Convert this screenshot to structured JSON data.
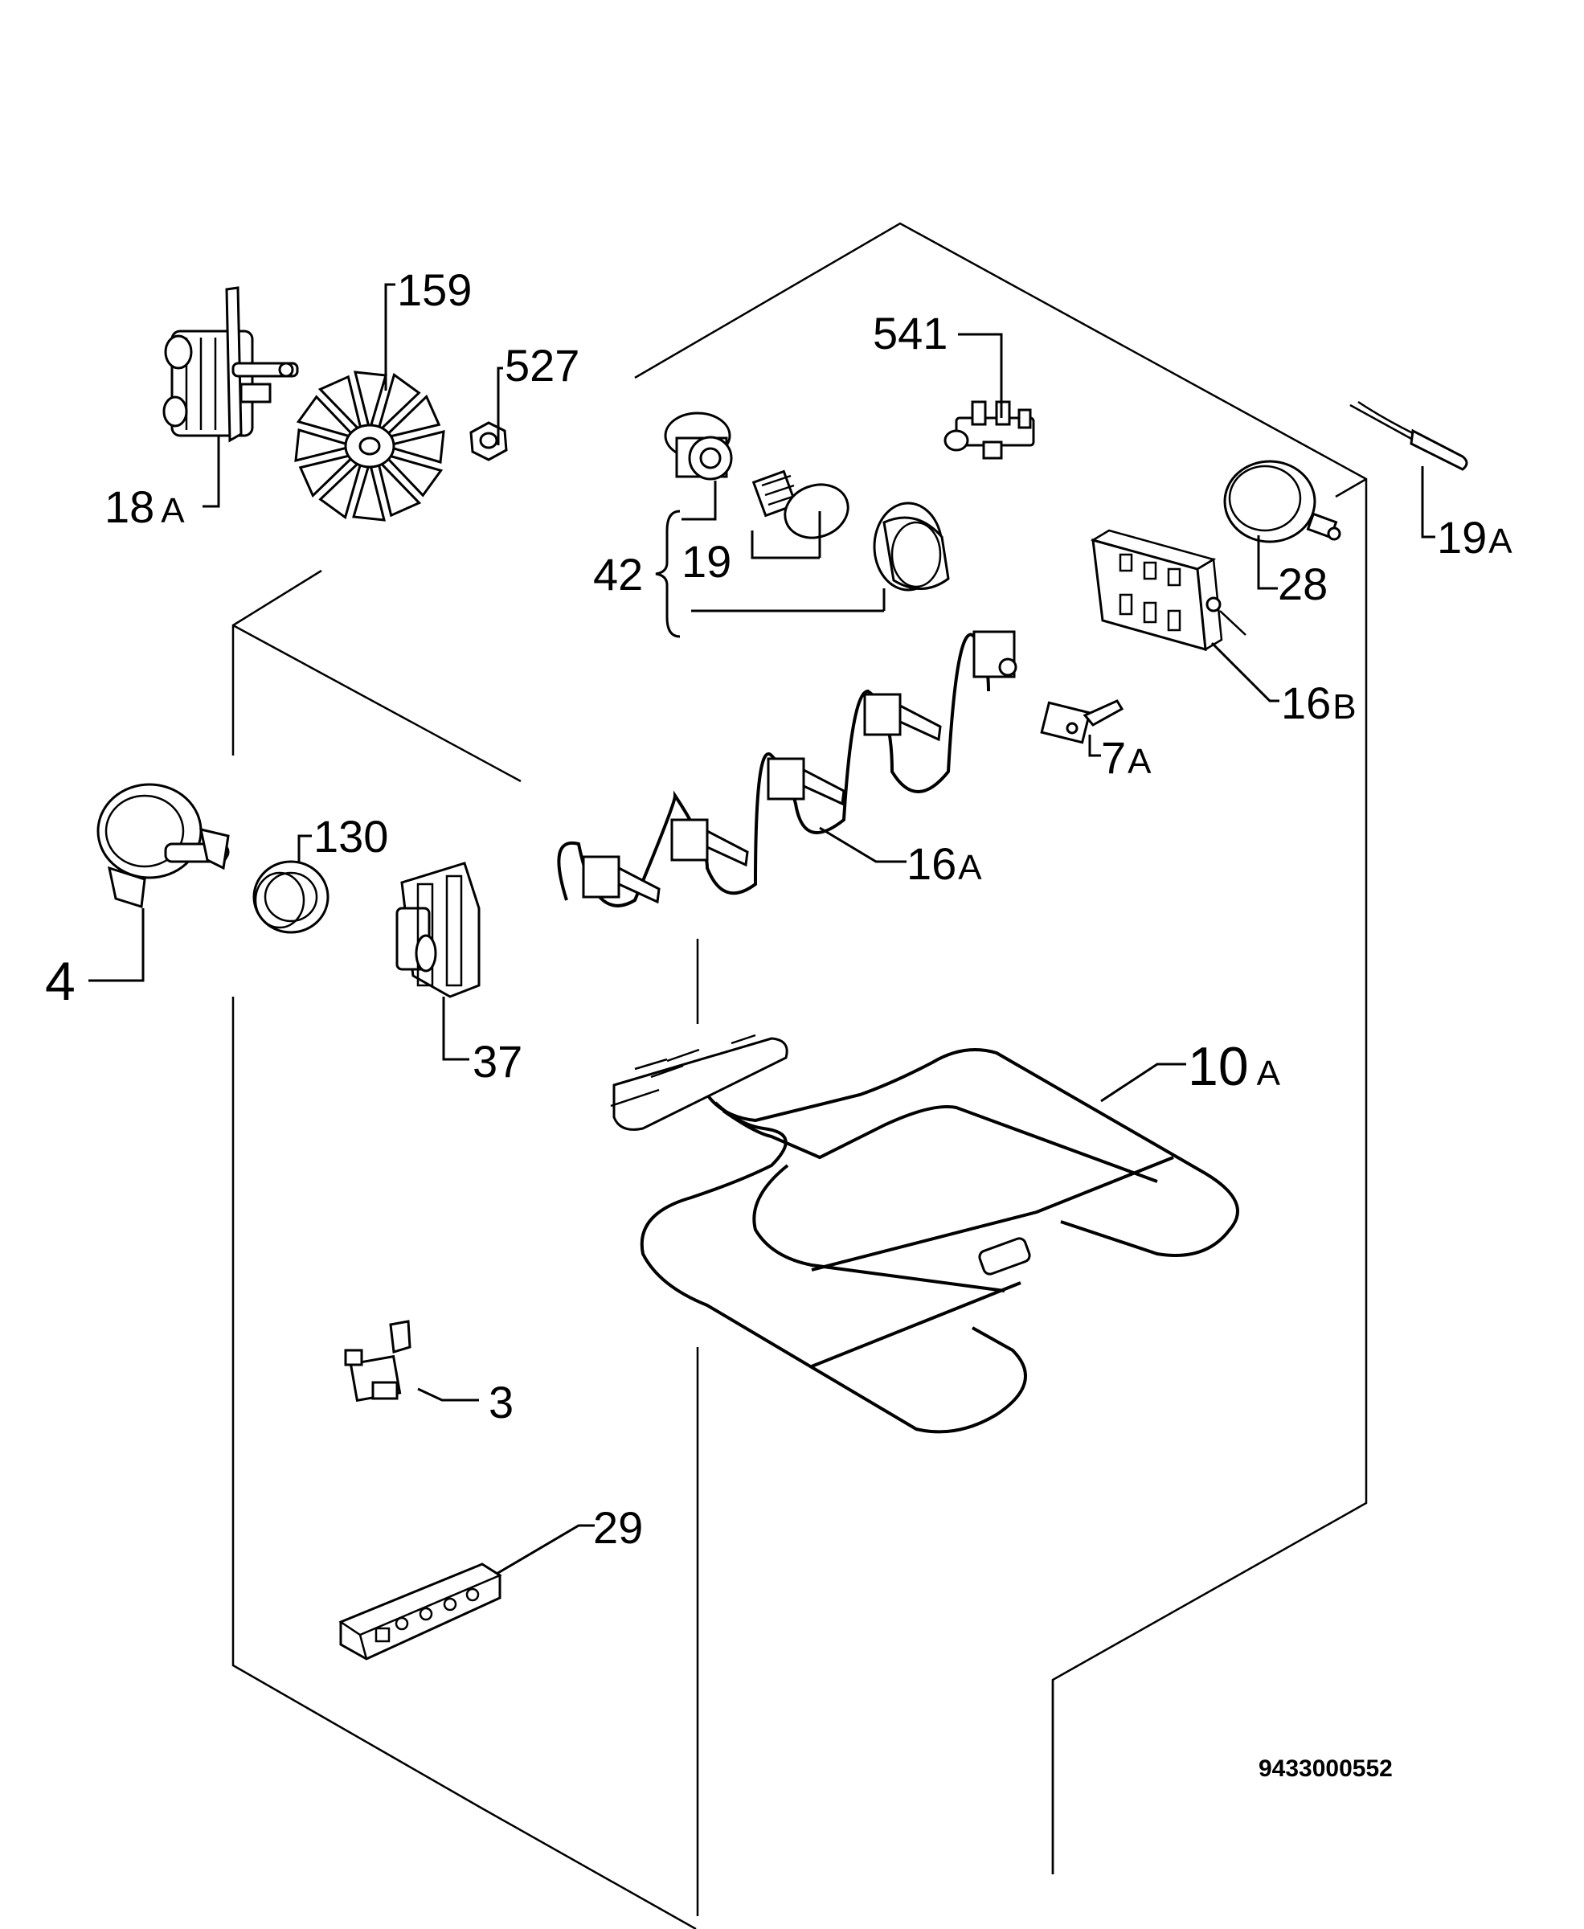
{
  "doc_number": "9433000552",
  "labels": {
    "p159": "159",
    "p527": "527",
    "p18": "18",
    "p18_suffix": "A",
    "p541": "541",
    "p42": "42",
    "p19": "19",
    "p19a": "19",
    "p19a_suffix": "A",
    "p28": "28",
    "p16b": "16",
    "p16b_suffix": "B",
    "p7a": "7",
    "p7a_suffix": "A",
    "p4": "4",
    "p130": "130",
    "p16a": "16",
    "p16a_suffix": "A",
    "p37": "37",
    "p10a": "10",
    "p10a_suffix": "A",
    "p3": "3",
    "p29": "29"
  }
}
